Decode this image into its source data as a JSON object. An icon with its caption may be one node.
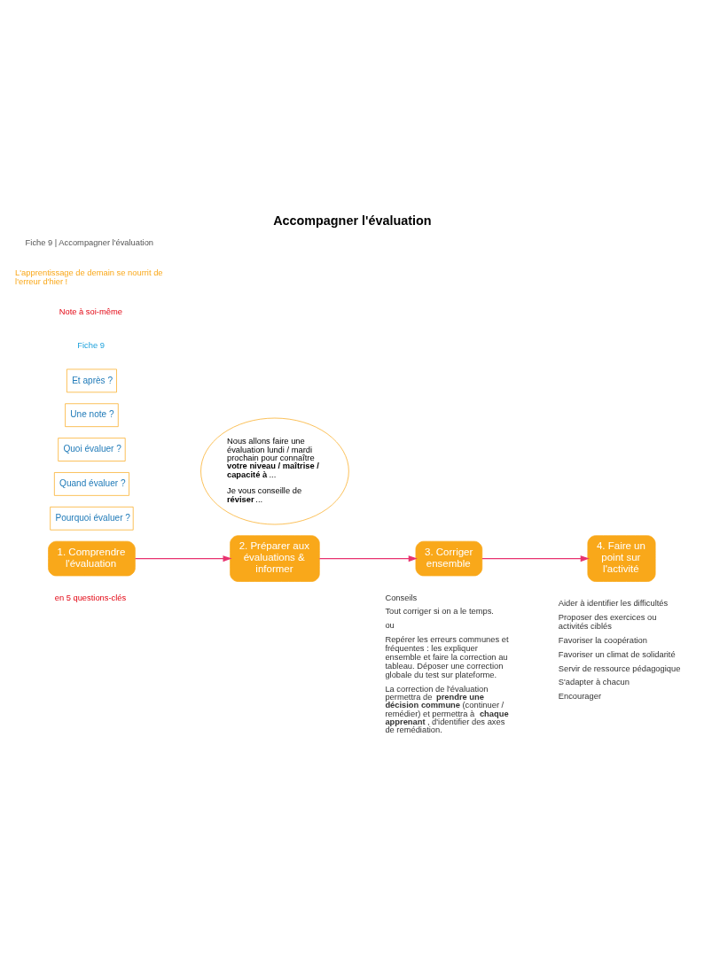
{
  "diagram": {
    "title": "Accompagner l'évaluation",
    "nodes": [
      {
        "text": [
          "1. Comprendre l'évaluation"
        ],
        "beside": [
          "en 5 questions-clés"
        ]
      },
      {
        "text": [
          "2. Préparer aux évaluations & informer"
        ]
      },
      {
        "text": [
          "3. Corriger ensemble"
        ],
        "beside": [
          "Conseils",
          "Tout corriger si on a le temps.",
          "ou",
          "Repérer les erreurs communes et fréquentes : les expliquer ensemble et faire la correction au tableau. Déposer une correction globale du test sur plateforme.",
          "La correction de l'évaluation permettra de **prendre une décision commune** (continuer / remédier) et permettra à **chaque apprenant**, d'identifier des axes de remédiation."
        ]
      },
      {
        "text": [
          "4. Faire un point sur l'activité"
        ],
        "beside": [
          "Aider à identifier les difficultés",
          "Proposer des exercices ou activités ciblés",
          "Favoriser la coopération",
          "Favoriser un climat de solidarité",
          "Servir de ressource pédagogique",
          "S'adapter à chacun",
          "Encourager"
        ]
      },
      {
        "text": [
          "Pourquoi évaluer ?"
        ]
      },
      {
        "text": [
          "Quand évaluer ?"
        ]
      },
      {
        "text": [
          "Quoi évaluer ?"
        ]
      },
      {
        "text": [
          "Une note ?"
        ]
      },
      {
        "text": [
          "Et après ?"
        ]
      },
      {
        "text": [
          "Nous allons faire une évaluation lundi / mardi prochain pour connaître **votre niveau / maîtrise / capacité à** ...",
          "Je vous conseille de **réviser**..."
        ]
      }
    ],
    "edges": [
      {
        "from": 0,
        "to": 1,
        "arrow": "to",
        "color": "#e8336f"
      },
      {
        "from": 1,
        "to": 2,
        "arrow": "to",
        "color": "#e8336f"
      },
      {
        "from": 2,
        "to": 3,
        "arrow": "to",
        "color": "#e8336f"
      }
    ],
    "labels": [
      "Fiche 9",
      "Note à soi-même",
      "L'apprentissage de demain se nourrit de l'erreur d'hier !",
      "Fiche 9 | Accompagner l'évaluation"
    ]
  }
}
